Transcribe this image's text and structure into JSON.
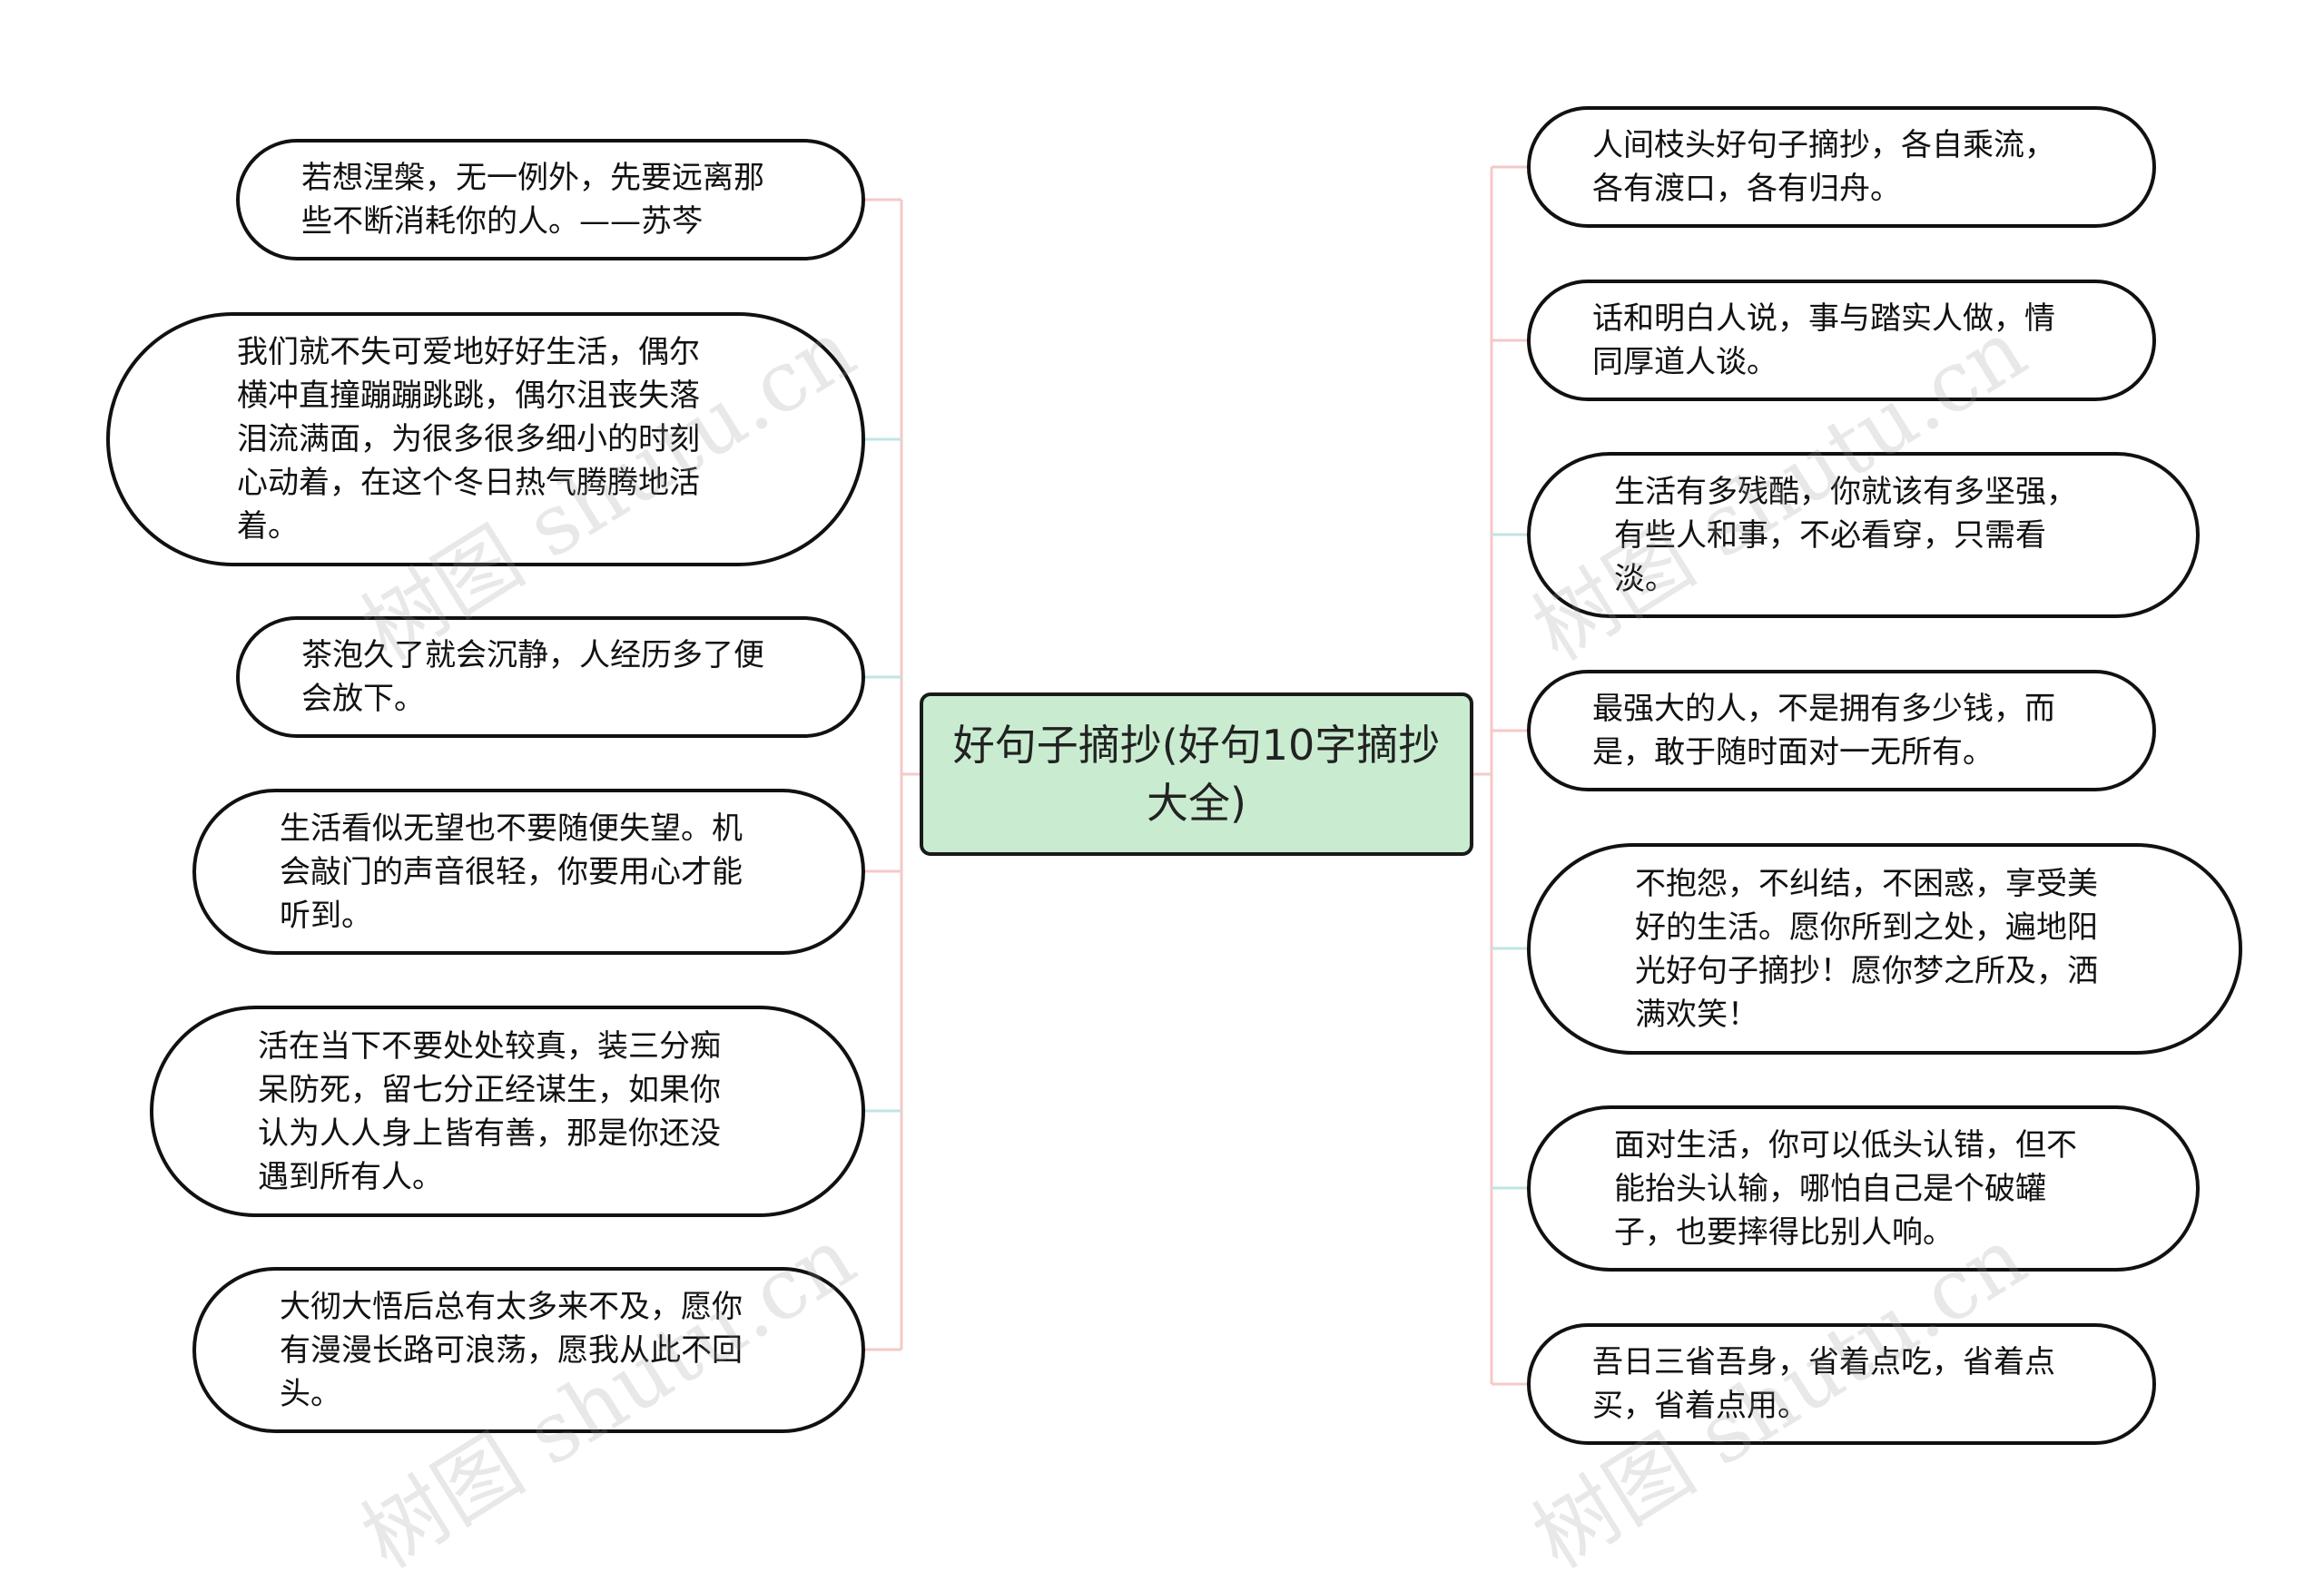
{
  "center": {
    "title": "好句子摘抄(好句10字摘抄大全)"
  },
  "left_items": [
    "若想涅槃，无一例外，先要远离那些不断消耗你的人。——苏芩",
    "我们就不失可爱地好好生活，偶尔横冲直撞蹦蹦跳跳，偶尔沮丧失落泪流满面，为很多很多细小的时刻心动着，在这个冬日热气腾腾地活着。",
    "茶泡久了就会沉静，人经历多了便会放下。",
    "生活看似无望也不要随便失望。机会敲门的声音很轻，你要用心才能听到。",
    "活在当下不要处处较真，装三分痴呆防死，留七分正经谋生，如果你认为人人身上皆有善，那是你还没遇到所有人。",
    "大彻大悟后总有太多来不及，愿你有漫漫长路可浪荡，愿我从此不回头。"
  ],
  "right_items": [
    "人间枝头好句子摘抄，各自乘流，各有渡口，各有归舟。",
    "话和明白人说，事与踏实人做，情同厚道人谈。",
    "生活有多残酷，你就该有多坚强，有些人和事，不必看穿，只需看淡。",
    "最强大的人，不是拥有多少钱，而是，敢于随时面对一无所有。",
    "不抱怨，不纠结，不困惑，享受美好的生活。愿你所到之处，遍地阳光好句子摘抄！愿你梦之所及，洒满欢笑！",
    "面对生活，你可以低头认错，但不能抬头认输，哪怕自己是个破罐子，也要摔得比别人响。",
    "吾日三省吾身，省着点吃，省着点买，省着点用。"
  ],
  "watermark": "树图 shutu.cn",
  "colors": {
    "center_fill": "#c9ecd0",
    "node_border": "#111111",
    "connector_pink": "#f6c8c8",
    "connector_teal": "#bfe6e2"
  }
}
